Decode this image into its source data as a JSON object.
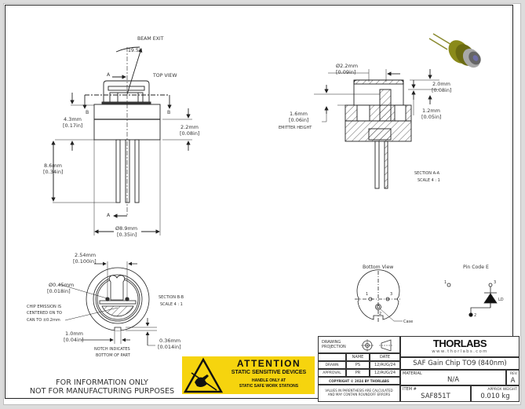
{
  "labels": {
    "beam_exit": "BEAM EXIT",
    "angle": "19.5°",
    "top_view": "TOP VIEW",
    "section_a": "A",
    "section_b": "B",
    "dim_4_3_mm": "4.3mm",
    "dim_4_3_in": "[0.17in]",
    "dim_2_2_mm": "2.2mm",
    "dim_2_2_in": "[0.08in]",
    "dim_8_6_mm": "8.6mm",
    "dim_8_6_in": "[0.34in]",
    "dim_8_9_mm": "Ø8.9mm",
    "dim_8_9_in": "[0.35in]",
    "sec_dia_mm": "Ø2.2mm",
    "sec_dia_in": "[0.09in]",
    "sec_2_0_mm": "2.0mm",
    "sec_2_0_in": "[0.08in]",
    "sec_1_2_mm": "1.2mm",
    "sec_1_2_in": "[0.05in]",
    "sec_1_6_mm": "1.6mm",
    "sec_1_6_in": "[0.06in]",
    "emitter_height": "EMITTER HEIGHT",
    "section_aa": "SECTION A-A",
    "section_aa_scale": "SCALE 4 : 1",
    "b_2_54_mm": "2.54mm",
    "b_2_54_in": "[0.100in]",
    "b_0_45_mm": "Ø0.45mm",
    "b_0_45_in": "[0.018in]",
    "chip_emission_1": "CHIP EMISSION IS",
    "chip_emission_2": "CENTERED ON TO",
    "chip_emission_3": "CAN TO ±0.2mm",
    "b_1_0_mm": "1.0mm",
    "b_1_0_in": "[0.04in]",
    "b_0_36_mm": "0.36mm",
    "b_0_36_in": "[0.014in]",
    "notch_1": "NOTCH INDICATES",
    "notch_2": "BOTTOM OF PART",
    "section_bb": "SECTION B-B",
    "section_bb_scale": "SCALE 4 : 1",
    "bottom_view": "Bottom View",
    "pin_code": "Pin Code E",
    "pin1": "1",
    "pin2": "2",
    "pin3": "3",
    "case": "Case",
    "ld": "LD"
  },
  "disclaimer": {
    "line1": "FOR INFORMATION ONLY",
    "line2": "NOT FOR MANUFACTURING PURPOSES"
  },
  "esd": {
    "title": "ATTENTION",
    "subtitle": "STATIC SENSITIVE DEVICES",
    "line1": "HANDLE ONLY AT",
    "line2": "STATIC SAFE WORK STATIONS"
  },
  "title_block": {
    "projection_label": "DRAWING PROJECTION",
    "name_header": "NAME",
    "date_header": "DATE",
    "drawn_label": "DRAWN",
    "drawn_name": "PS",
    "drawn_date": "12/AUG/24",
    "approval_label": "APPROVAL",
    "approval_name": "PR",
    "approval_date": "12/AUG/24",
    "copyright": "COPYRIGHT © 2024 BY THORLABS",
    "values_note_1": "VALUES IN PARENTHESIS ARE CALCULATED",
    "values_note_2": "AND MAY CONTAIN ROUNDOFF ERRORS",
    "brand": "THORLABS",
    "website": "www.thorlabs.com",
    "title": "SAF Gain Chip TO9 (840nm)",
    "material_label": "MATERIAL",
    "material": "N/A",
    "rev_label": "REV",
    "rev": "A",
    "item_label": "ITEM #",
    "item": "SAF851T",
    "weight_label": "APPROX WEIGHT",
    "weight": "0.010 kg"
  }
}
